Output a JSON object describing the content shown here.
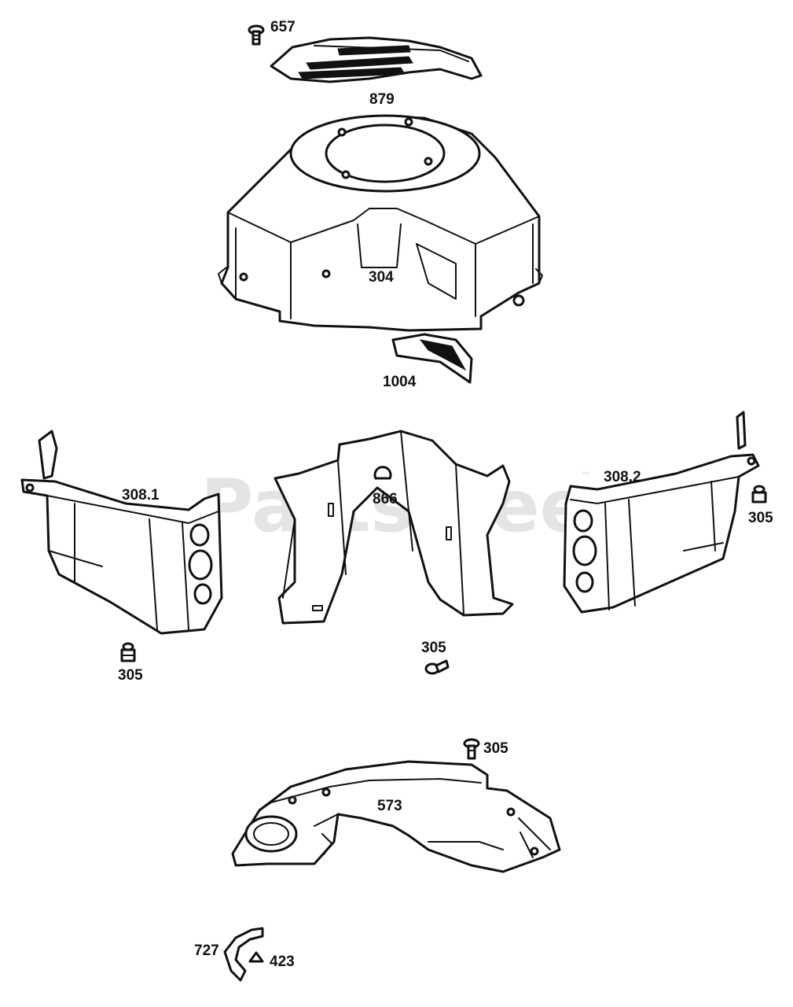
{
  "watermark": {
    "text": "PartsTree",
    "trademark": "™"
  },
  "labels": {
    "p657": "657",
    "p879": "879",
    "p304": "304",
    "p1004": "1004",
    "p308_1": "308.1",
    "p866": "866",
    "p308_2": "308.2",
    "p305_right": "305",
    "p305_left": "305",
    "p305_center": "305",
    "p305_bottom": "305",
    "p573": "573",
    "p727": "727",
    "p423": "423"
  }
}
